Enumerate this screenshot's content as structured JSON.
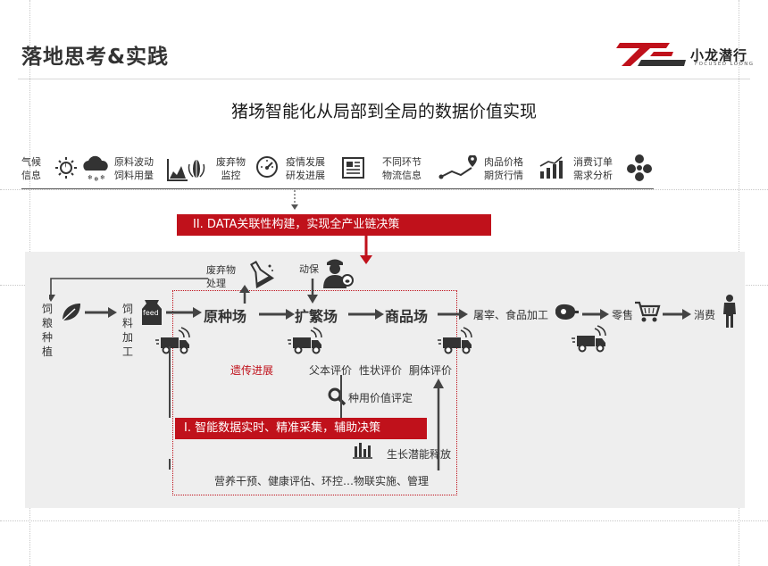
{
  "header": {
    "title": "落地思考&实践",
    "logo_text": "小龙潜行",
    "logo_sub": "FOCUSED LOONG"
  },
  "main_title": "猪场智能化从局部到全局的数据价值实现",
  "info_items": [
    {
      "label_1": "气候",
      "label_2": "信息",
      "icon": "weather-icon"
    },
    {
      "label_1": "原料波动",
      "label_2": "饲料用量",
      "icon": "crop-chart-icon"
    },
    {
      "label_1": "废弃物",
      "label_2": "监控",
      "icon": "gauge-icon"
    },
    {
      "label_1": "疫情发展",
      "label_2": "研发进展",
      "icon": "newspaper-icon"
    },
    {
      "label_1": "不同环节",
      "label_2": "物流信息",
      "icon": "route-icon"
    },
    {
      "label_1": "肉品价格",
      "label_2": "期货行情",
      "icon": "trend-chart-icon"
    },
    {
      "label_1": "消费订单",
      "label_2": "需求分析",
      "icon": "people-icon"
    }
  ],
  "banner_2": "II.   DATA关联性构建，实现全产业链决策",
  "banner_1": "I.    智能数据实时、精准采集，辅助决策",
  "flow": {
    "feed_planting": "饲粮种植",
    "feed_processing": "饲料加工",
    "feed_bag": "feed",
    "waste_1": "废弃物",
    "waste_2": "处理",
    "vet": "动保",
    "stage_1": "原种场",
    "stage_2": "扩繁场",
    "stage_3": "商品场",
    "slaughter": "屠宰、食品加工",
    "retail": "零售",
    "consume": "消费",
    "genetic": "遗传进展",
    "eval_parent": "父本评价",
    "eval_trait": "性状评价",
    "eval_carcass": "胴体评价",
    "breed_value": "种用价值评定",
    "growth": "生长潜能释放",
    "mgmt": "营养干预、健康评估、环控…物联实施、管理"
  },
  "colors": {
    "accent": "#c0111b",
    "dark": "#333333",
    "band": "#eeeeee"
  }
}
